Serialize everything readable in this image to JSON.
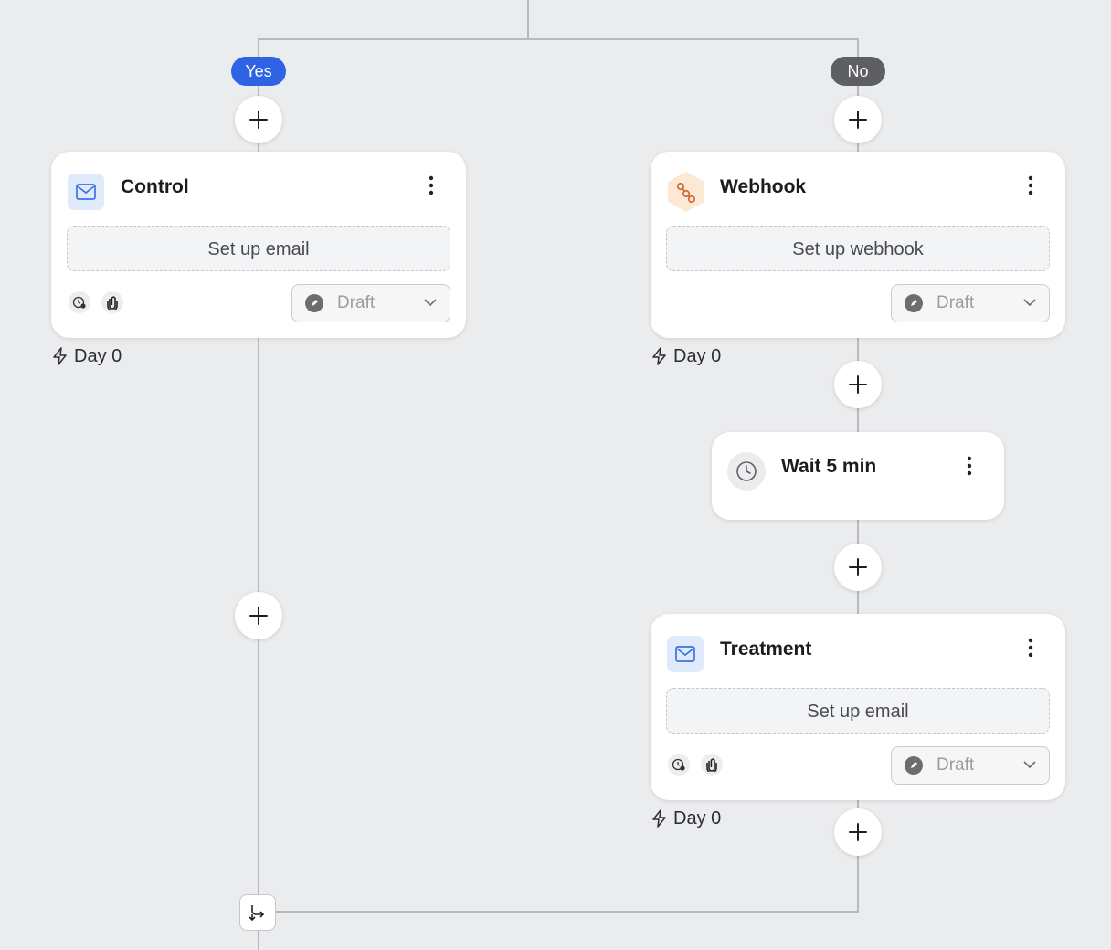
{
  "branches": {
    "yes_label": "Yes",
    "no_label": "No"
  },
  "nodes": {
    "control": {
      "title": "Control",
      "setup_label": "Set up email",
      "status": "Draft",
      "timing": "Day 0",
      "icon": "mail-icon"
    },
    "webhook": {
      "title": "Webhook",
      "setup_label": "Set up webhook",
      "status": "Draft",
      "timing": "Day 0",
      "icon": "webhook-icon"
    },
    "wait": {
      "title": "Wait 5 min",
      "icon": "clock-icon"
    },
    "treatment": {
      "title": "Treatment",
      "setup_label": "Set up email",
      "status": "Draft",
      "timing": "Day 0",
      "icon": "mail-icon"
    }
  },
  "colors": {
    "yes_pill": "#2e63e6",
    "no_pill": "#5d5f63",
    "canvas": "#ebecee",
    "connector": "#b7b9bd"
  }
}
